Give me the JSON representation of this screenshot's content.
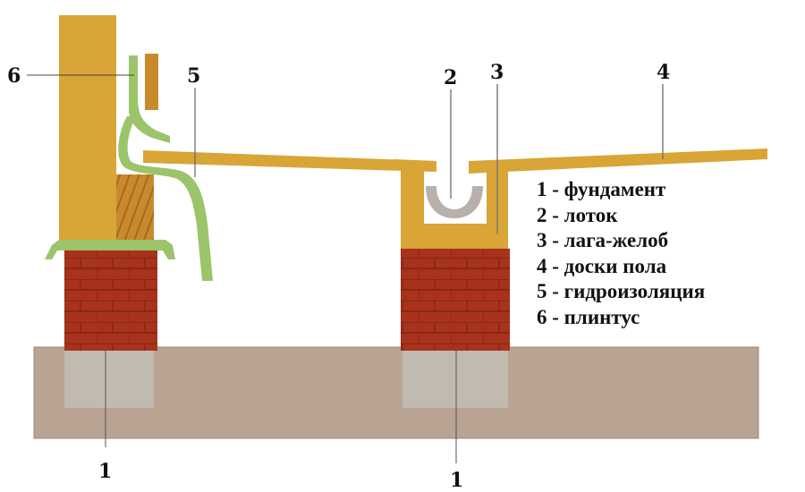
{
  "diagram": {
    "callouts": {
      "foundation_left": "1",
      "foundation_right": "1",
      "gutter": "2",
      "joist_gutter": "3",
      "floor_boards": "4",
      "waterproofing": "5",
      "baseboard": "6"
    },
    "legend": [
      {
        "number": "1",
        "separator": " - ",
        "label": "фундамент"
      },
      {
        "number": "2",
        "separator": " - ",
        "label": "лоток"
      },
      {
        "number": "3",
        "separator": " - ",
        "label": "лага-желоб"
      },
      {
        "number": "4",
        "separator": " - ",
        "label": "доски пола"
      },
      {
        "number": "5",
        "separator": " - ",
        "label": "гидроизоляция"
      },
      {
        "number": "6",
        "separator": " - ",
        "label": "плинтус"
      }
    ],
    "colors": {
      "wood": "#d8a536",
      "wood_dark": "#b8822a",
      "brick": "#a8321c",
      "brick_mortar": "#7e2514",
      "waterproofing": "#9cc46a",
      "soil": "#b9a393",
      "gutter": "#b9b0ab",
      "concrete": "#c2beb6"
    }
  }
}
